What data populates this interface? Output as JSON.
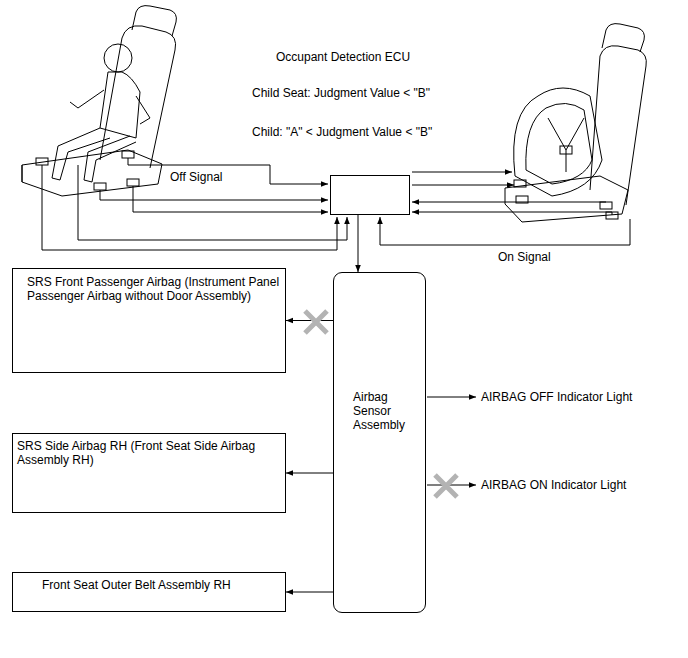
{
  "diagram": {
    "nodes": [
      {
        "text": [
          "Occupant Detection ECU"
        ]
      },
      {
        "text": [
          "SRS Front Passenger Airbag (Instrument Panel Passenger Airbag without Door Assembly)"
        ]
      },
      {
        "text": [
          "Airbag Sensor Assembly"
        ]
      },
      {
        "text": [
          "SRS Side Airbag RH (Front Seat Side Airbag Assembly RH)"
        ]
      },
      {
        "text": [
          "Front Seat Outer Belt Assembly RH"
        ]
      }
    ],
    "edges": [
      {
        "from": 0,
        "to": 2,
        "arrow": "to"
      },
      {
        "from": 2,
        "to": 1,
        "arrow": "to"
      },
      {
        "from": 2,
        "to": 3,
        "arrow": "to"
      },
      {
        "from": 2,
        "to": 4,
        "arrow": "to"
      }
    ],
    "labels": [
      "Child Seat: Judgment Value < \"B\"",
      "Child: \"A\" < Judgment Value < \"B\"",
      "Off Signal",
      "On Signal",
      "AIRBAG OFF Indicator Light",
      "AIRBAG ON Indicator Light"
    ]
  }
}
